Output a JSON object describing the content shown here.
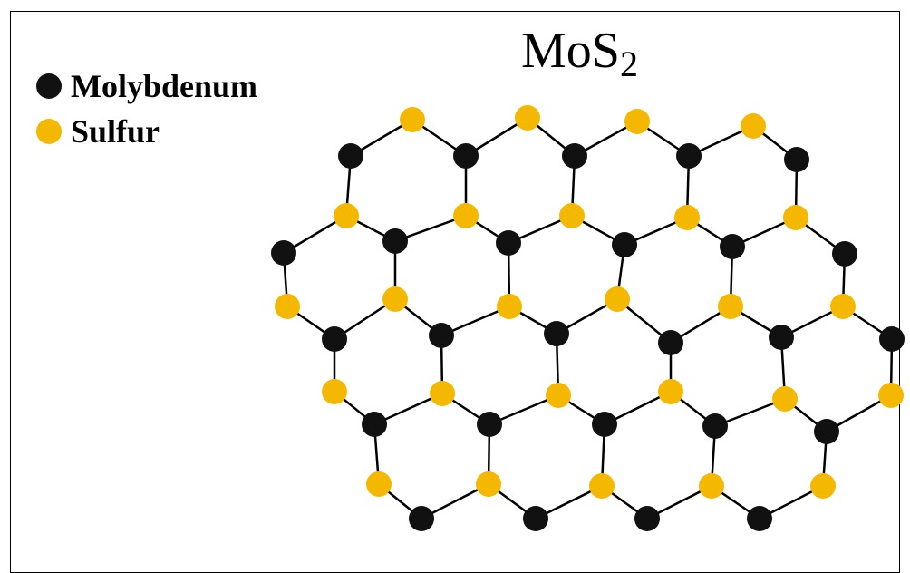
{
  "title": {
    "main": "MoS",
    "subscript": "2"
  },
  "legend": [
    {
      "label": "Molybdenum",
      "color": "#111111",
      "element": "molybdenum"
    },
    {
      "label": "Sulfur",
      "color": "#f5b800",
      "element": "sulfur"
    }
  ],
  "colors": {
    "bond": "#000000",
    "molybdenum": "#111111",
    "sulfur": "#f5b800"
  }
}
